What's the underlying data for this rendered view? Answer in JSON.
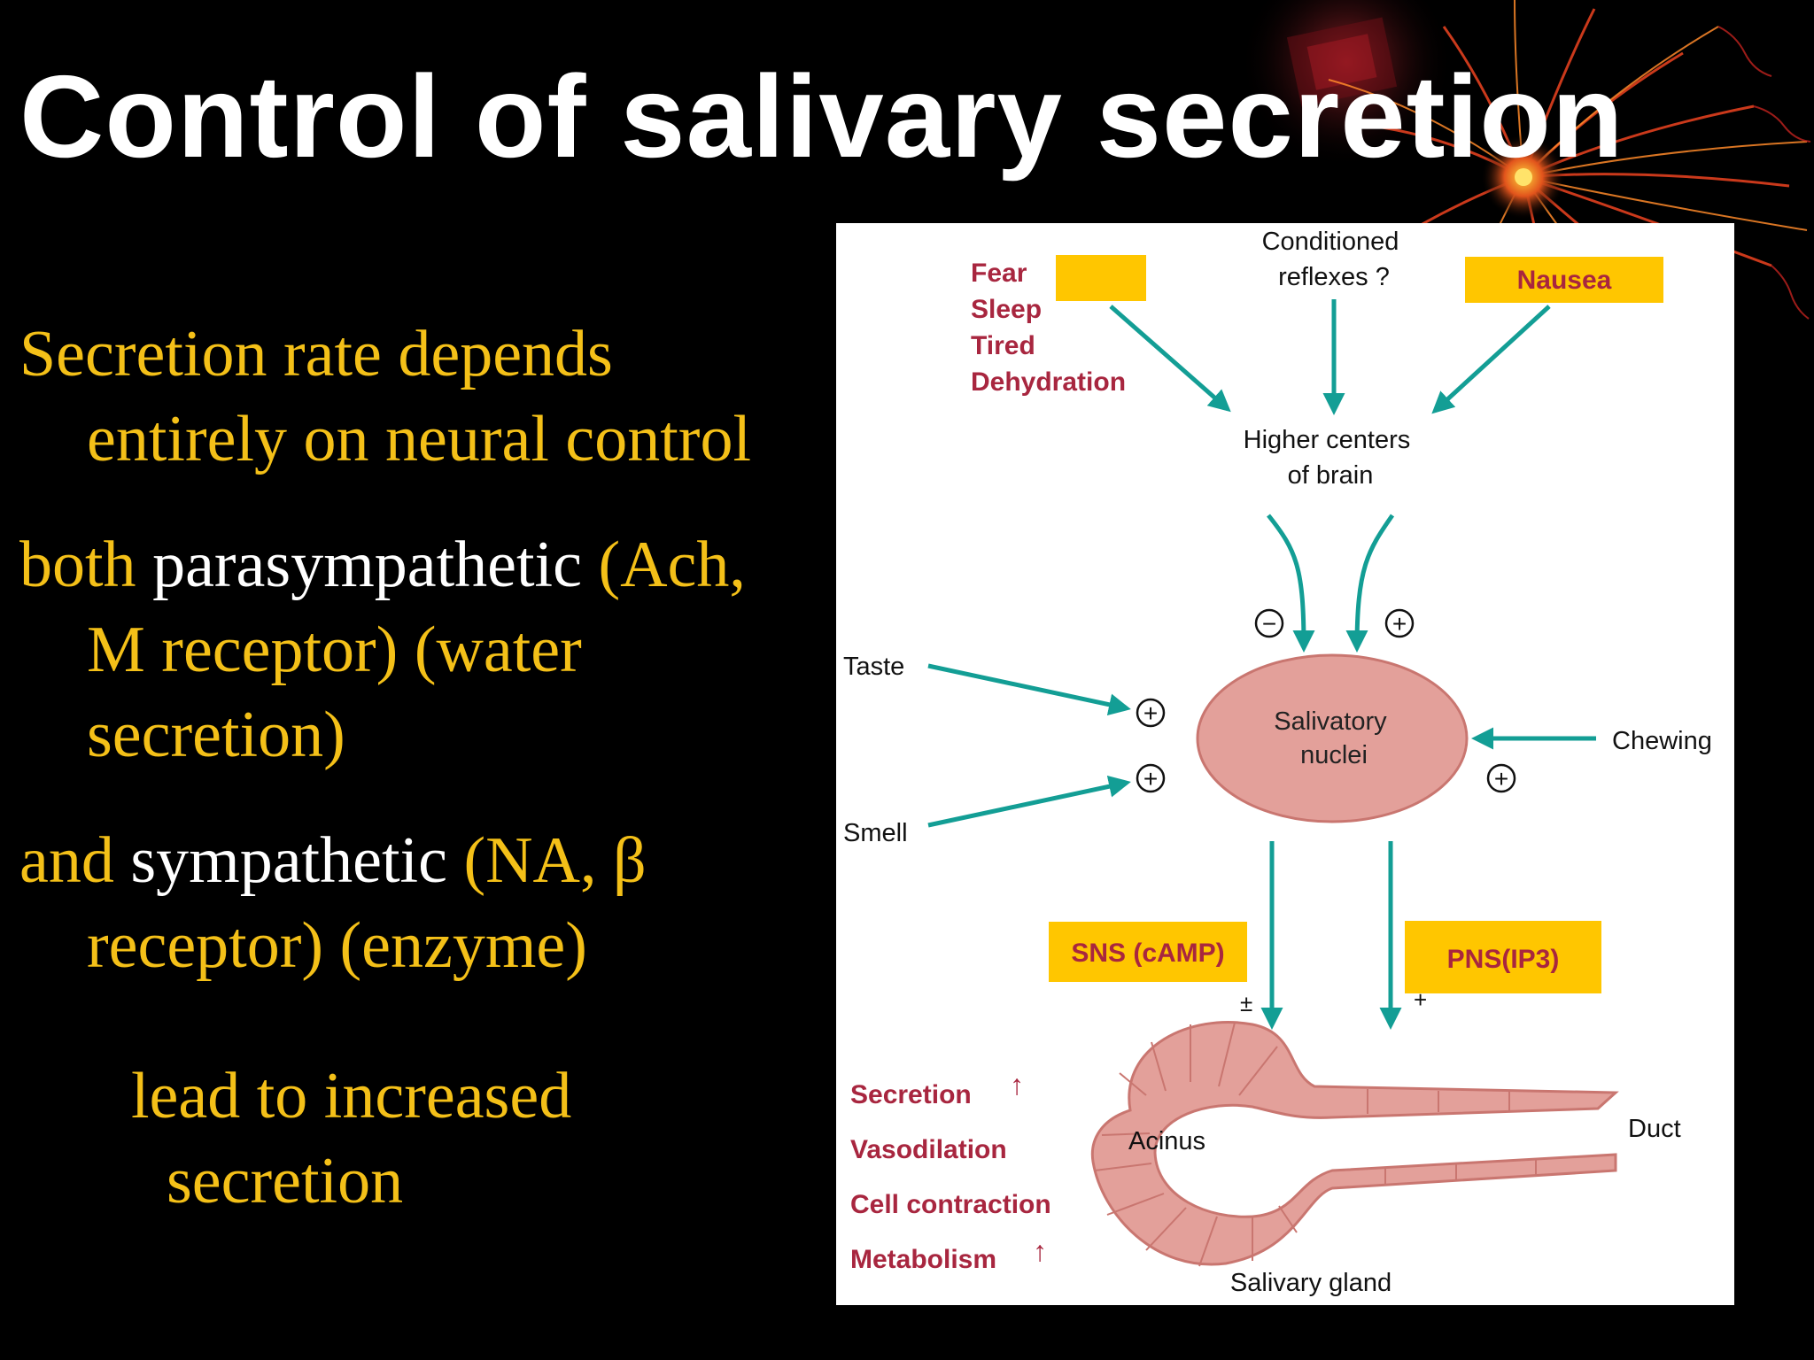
{
  "slide": {
    "title": "Control of salivary secretion",
    "bullets": [
      {
        "parts": [
          {
            "text": "Secretion rate depends entirely on neural control",
            "color": "yellow"
          }
        ]
      },
      {
        "parts": [
          {
            "text": "both ",
            "color": "yellow"
          },
          {
            "text": "parasympathetic ",
            "color": "white"
          },
          {
            "text": "(Ach, M receptor) (water secretion)",
            "color": "yellow"
          }
        ]
      },
      {
        "parts": [
          {
            "text": "and ",
            "color": "yellow"
          },
          {
            "text": "sympathetic ",
            "color": "white"
          },
          {
            "text": "(NA, β receptor) (enzyme)",
            "color": "yellow"
          }
        ]
      },
      {
        "parts": [
          {
            "text": "lead to increased secretion",
            "color": "yellow"
          }
        ]
      }
    ]
  },
  "diagram": {
    "higher_influences": [
      "Fear",
      "Sleep",
      "Tired",
      "Dehydration"
    ],
    "conditioned_reflexes": [
      "Conditioned",
      "reflexes ?"
    ],
    "nausea": "Nausea",
    "higher_centers": [
      "Higher centers",
      "of brain"
    ],
    "minus_sign": "−",
    "plus_sign": "+",
    "taste": "Taste",
    "smell": "Smell",
    "chewing": "Chewing",
    "salivatory_nuclei": [
      "Salivatory",
      "nuclei"
    ],
    "sns_label": "SNS (cAMP)",
    "pns_label": "PNS(IP3)",
    "sns_sign": "±",
    "pns_sign": "+",
    "effects": [
      "Secretion",
      "Vasodilation",
      "Cell contraction",
      "Metabolism"
    ],
    "up_arrow": "↑",
    "acinus": "Acinus",
    "duct": "Duct",
    "salivary_gland": "Salivary gland"
  },
  "colors": {
    "background": "#000000",
    "title": "#ffffff",
    "yellow": "#f4c018",
    "white": "#ffffff",
    "arrow_teal": "#139e95",
    "label_crimson": "#a8263f",
    "box_yellow": "#ffc600",
    "nuclei_fill": "#e3a09a",
    "gland_fill": "#e3a09a",
    "gland_stroke": "#c97670"
  }
}
